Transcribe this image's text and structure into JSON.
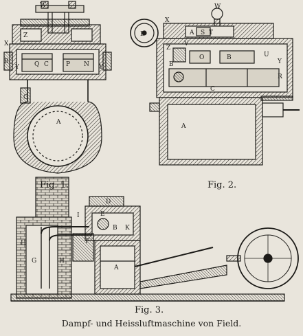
{
  "figures": [
    {
      "label": "Fig. 1.",
      "letters": [
        "W",
        "Z",
        "X",
        "B",
        "Y",
        "Q",
        "C",
        "P",
        "N",
        "Y",
        "C",
        "A"
      ]
    },
    {
      "label": "Fig. 2.",
      "letters": [
        "W",
        "D",
        "X",
        "A",
        "S",
        "T",
        "Z",
        "V",
        "B",
        "O",
        "B",
        "U",
        "Y",
        "R",
        "C",
        "A"
      ]
    },
    {
      "label": "Fig. 3.",
      "letters": [
        "D",
        "E",
        "I",
        "B",
        "K",
        "F",
        "H",
        "G",
        "H",
        "A"
      ]
    }
  ],
  "caption": "Dampf- und Heissluftmaschine von Field."
}
